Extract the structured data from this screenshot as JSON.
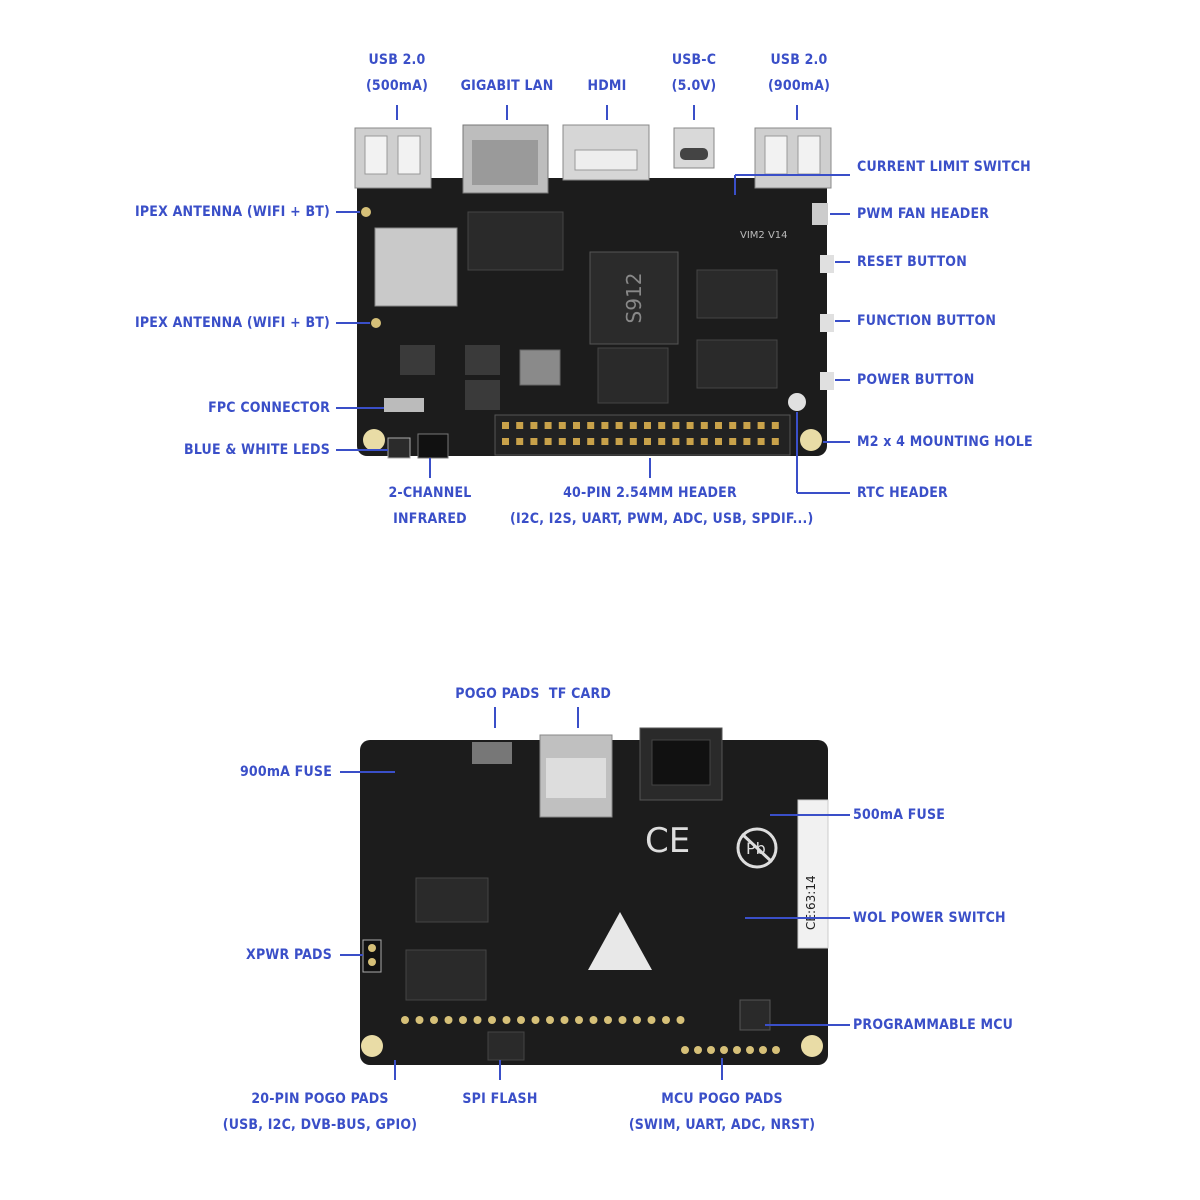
{
  "top_board": {
    "labels": {
      "usb2_left": "USB 2.0",
      "usb2_left_sub": "(500mA)",
      "gigabit_lan": "GIGABIT LAN",
      "hdmi": "HDMI",
      "usbc": "USB-C",
      "usbc_sub": "(5.0V)",
      "usb2_right": "USB 2.0",
      "usb2_right_sub": "(900mA)",
      "current_limit_switch": "CURRENT LIMIT SWITCH",
      "pwm_fan_header": "PWM FAN HEADER",
      "reset_button": "RESET BUTTON",
      "function_button": "FUNCTION BUTTON",
      "power_button": "POWER BUTTON",
      "m2_mounting_hole": "M2 x 4 MOUNTING HOLE",
      "rtc_header": "RTC HEADER",
      "ipex_antenna_1": "IPEX ANTENNA (WIFI + BT)",
      "ipex_antenna_2": "IPEX ANTENNA (WIFI + BT)",
      "fpc_connector": "FPC CONNECTOR",
      "blue_white_leds": "BLUE & WHITE LEDS",
      "infrared_1": "2-CHANNEL",
      "infrared_2": "INFRARED",
      "header_40pin_1": "40-PIN 2.54MM HEADER",
      "header_40pin_2": "(I2C, I2S, UART, PWM, ADC, USB, SPDIF...)"
    },
    "silkscreen": {
      "soc": "S912",
      "board": "VIM2 V14"
    }
  },
  "bottom_board": {
    "labels": {
      "pogo_pads": "POGO PADS",
      "tf_card": "TF CARD",
      "fuse_900": "900mA FUSE",
      "fuse_500": "500mA FUSE",
      "wol_switch": "WOL POWER SWITCH",
      "xpwr_pads": "XPWR PADS",
      "programmable_mcu": "PROGRAMMABLE MCU",
      "pogo20_1": "20-PIN POGO PADS",
      "pogo20_2": "(USB, I2C, DVB-BUS, GPIO)",
      "spi_flash": "SPI FLASH",
      "mcu_pogo_1": "MCU POGO PADS",
      "mcu_pogo_2": "(SWIM, UART, ADC, NRST)"
    },
    "silkscreen": {
      "ce": "CE",
      "pb": "Pb",
      "sticker": "CE:63:14"
    }
  },
  "colors": {
    "accent": "#3a4fc8",
    "pcb": "#1a1a1a"
  }
}
